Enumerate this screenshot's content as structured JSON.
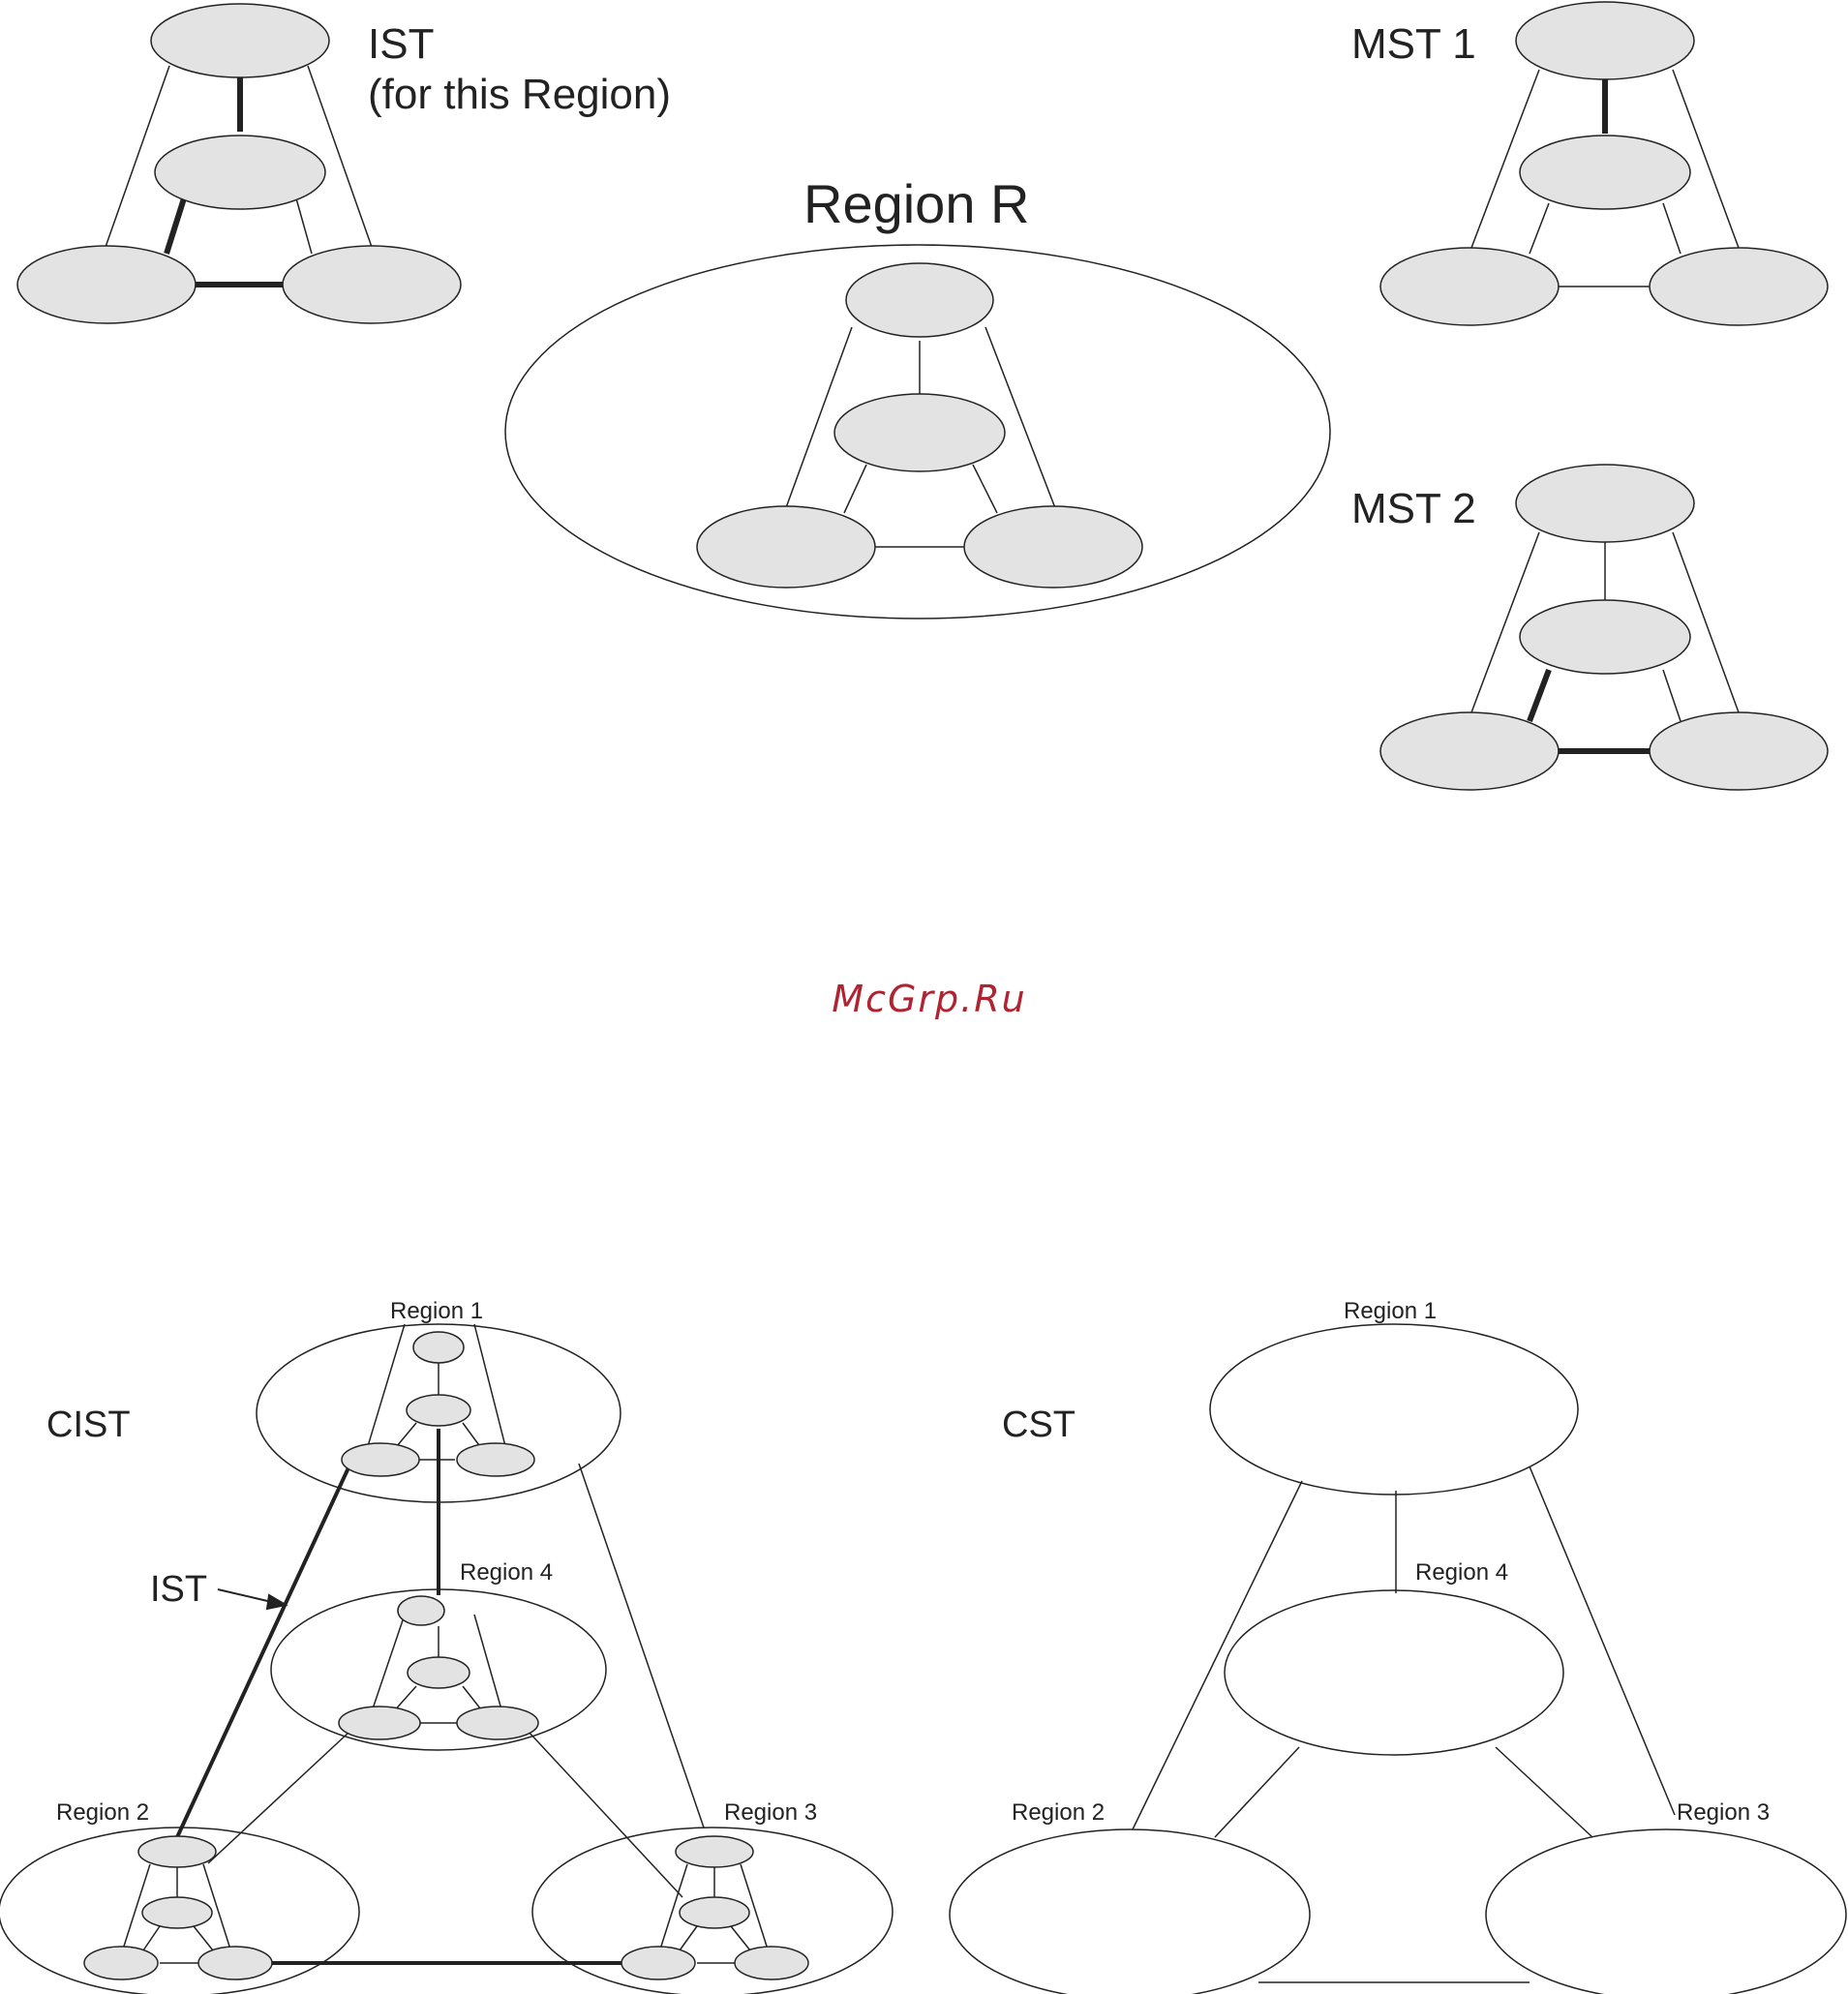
{
  "top": {
    "ist_title": "IST",
    "ist_subtitle": "(for this Region)",
    "region_title": "Region R",
    "mst1_title": "MST 1",
    "mst2_title": "MST 2"
  },
  "watermark": "McGrp.Ru",
  "bottom": {
    "cist_title": "CIST",
    "cst_title": "CST",
    "ist_pointer": "IST",
    "region1": "Region 1",
    "region2": "Region 2",
    "region3": "Region 3",
    "region4": "Region 4"
  },
  "colors": {
    "node_fill": "#e3e3e3",
    "line": "#222222",
    "watermark": "#b02330"
  }
}
